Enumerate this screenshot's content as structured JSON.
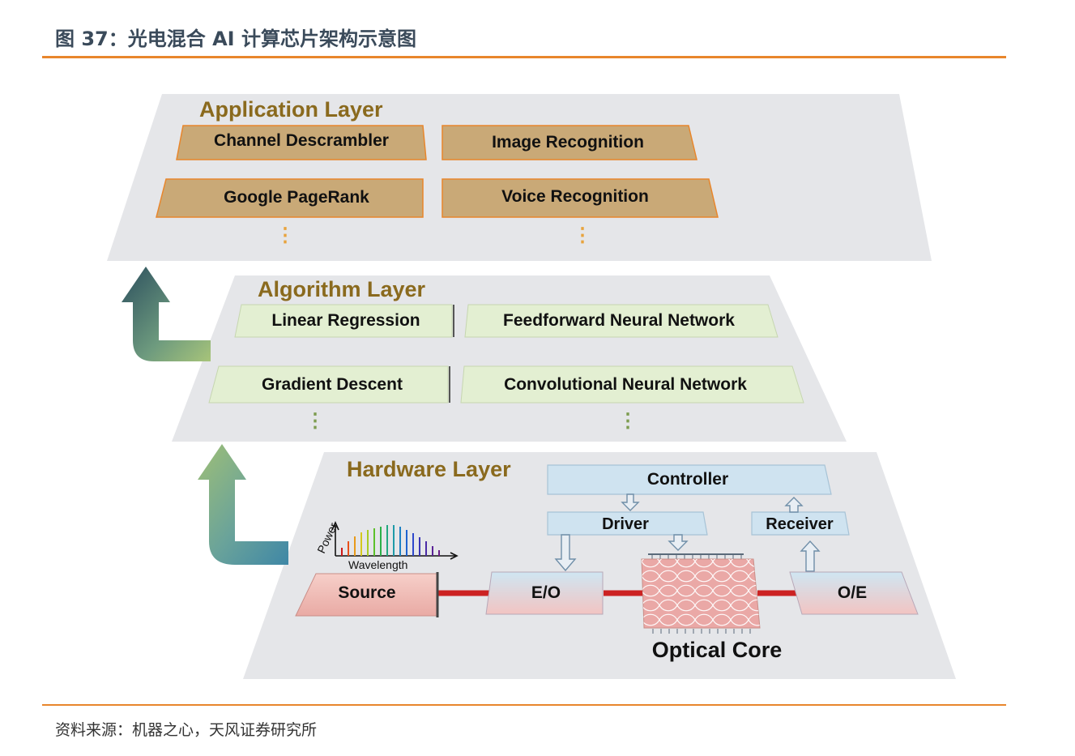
{
  "header": {
    "title": "图 37：光电混合 AI 计算芯片架构示意图"
  },
  "application_layer": {
    "title": "Application Layer",
    "items": [
      "Channel Descrambler",
      "Image Recognition",
      "Google PageRank",
      "Voice Recognition"
    ],
    "ellipsis": "⋮"
  },
  "algorithm_layer": {
    "title": "Algorithm Layer",
    "items": [
      "Linear Regression",
      "Feedforward Neural Network",
      "Gradient Descent",
      "Convolutional Neural Network"
    ],
    "ellipsis": "⋮"
  },
  "hardware_layer": {
    "title": "Hardware Layer",
    "controller": "Controller",
    "driver": "Driver",
    "receiver": "Receiver",
    "source": "Source",
    "eo": "E/O",
    "oe": "O/E",
    "optical_core": "Optical Core",
    "spectrum": {
      "ylabel": "Power",
      "xlabel": "Wavelength"
    }
  },
  "footer": {
    "source": "资料来源：机器之心，天风证券研究所"
  },
  "colors": {
    "accent_rule": "#e8862c",
    "app_box": "#c9a977",
    "algo_box": "#e3efd2",
    "hw_blue": "#cfe3f0",
    "source_box": "#f0c0bb",
    "layer_title": "#8a6a1e",
    "waveguide": "#cc2222"
  }
}
